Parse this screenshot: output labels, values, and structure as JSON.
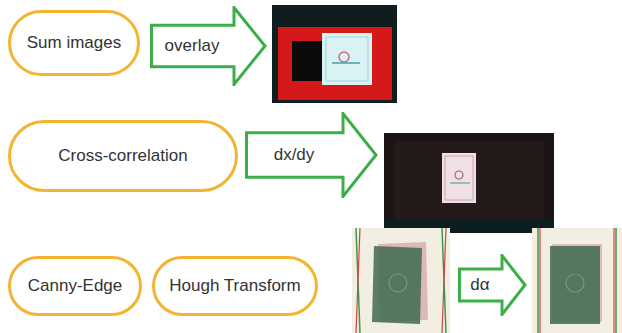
{
  "diagram": {
    "nodes": [
      {
        "text": [
          "Sum images"
        ]
      },
      {
        "text": [
          "overlay"
        ]
      },
      {
        "text": [
          "Cross-correlation"
        ]
      },
      {
        "text": [
          "dx/dy"
        ]
      },
      {
        "text": [
          "Canny-Edge"
        ]
      },
      {
        "text": [
          "Hough Transform"
        ]
      },
      {
        "text": [
          "dα"
        ]
      }
    ]
  }
}
